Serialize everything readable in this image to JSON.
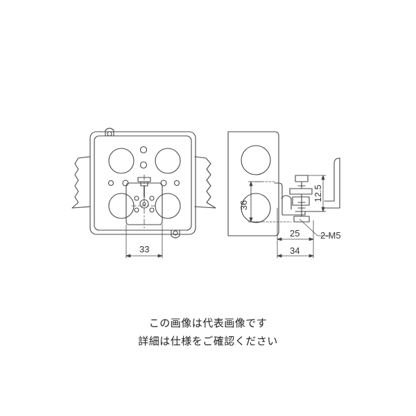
{
  "dimensions": {
    "front_width": "33",
    "side_height": "36",
    "side_inner": "25",
    "side_outer": "34",
    "bracket_height": "12.5",
    "screw": "2-M5"
  },
  "notes": {
    "line1": "この画像は代表画像です",
    "line2": "詳細は仕様をご確認ください"
  }
}
